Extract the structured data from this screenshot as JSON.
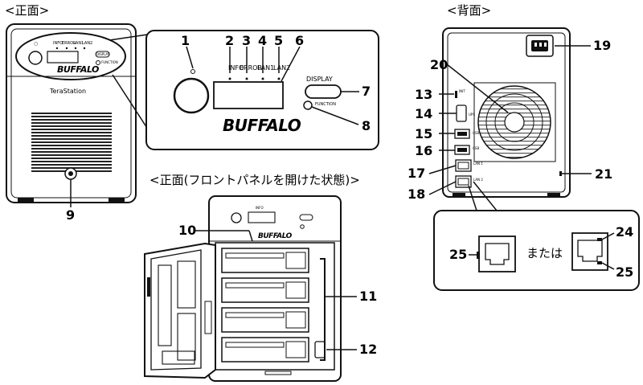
{
  "headings": {
    "front": "<正面>",
    "back": "<背面>",
    "front_open": "<正面(フロントパネルを開けた状態)>"
  },
  "device_labels": {
    "led_power": "○",
    "led_info": "INFO",
    "led_error": "ERROR",
    "led_lan1": "LAN1",
    "led_lan2": "LAN2",
    "display_button": "DISPLAY",
    "function_button": "FUNCTION",
    "brand": "BUFFALO",
    "model": "TeraStation",
    "usb_label": "USB",
    "ups_label": "UPS",
    "lan1_label": "LAN 1",
    "lan2_label": "LAN 2",
    "init_label": "INIT",
    "mata_wa": "または"
  },
  "callouts": {
    "c1": "1",
    "c2": "2",
    "c3": "3",
    "c4": "4",
    "c5": "5",
    "c6": "6",
    "c7": "7",
    "c8": "8",
    "c9": "9",
    "c10": "10",
    "c11": "11",
    "c12": "12",
    "c13": "13",
    "c14": "14",
    "c15": "15",
    "c16": "16",
    "c17": "17",
    "c18": "18",
    "c19": "19",
    "c20": "20",
    "c21": "21",
    "c24": "24",
    "c25a": "25",
    "c25b": "25"
  }
}
